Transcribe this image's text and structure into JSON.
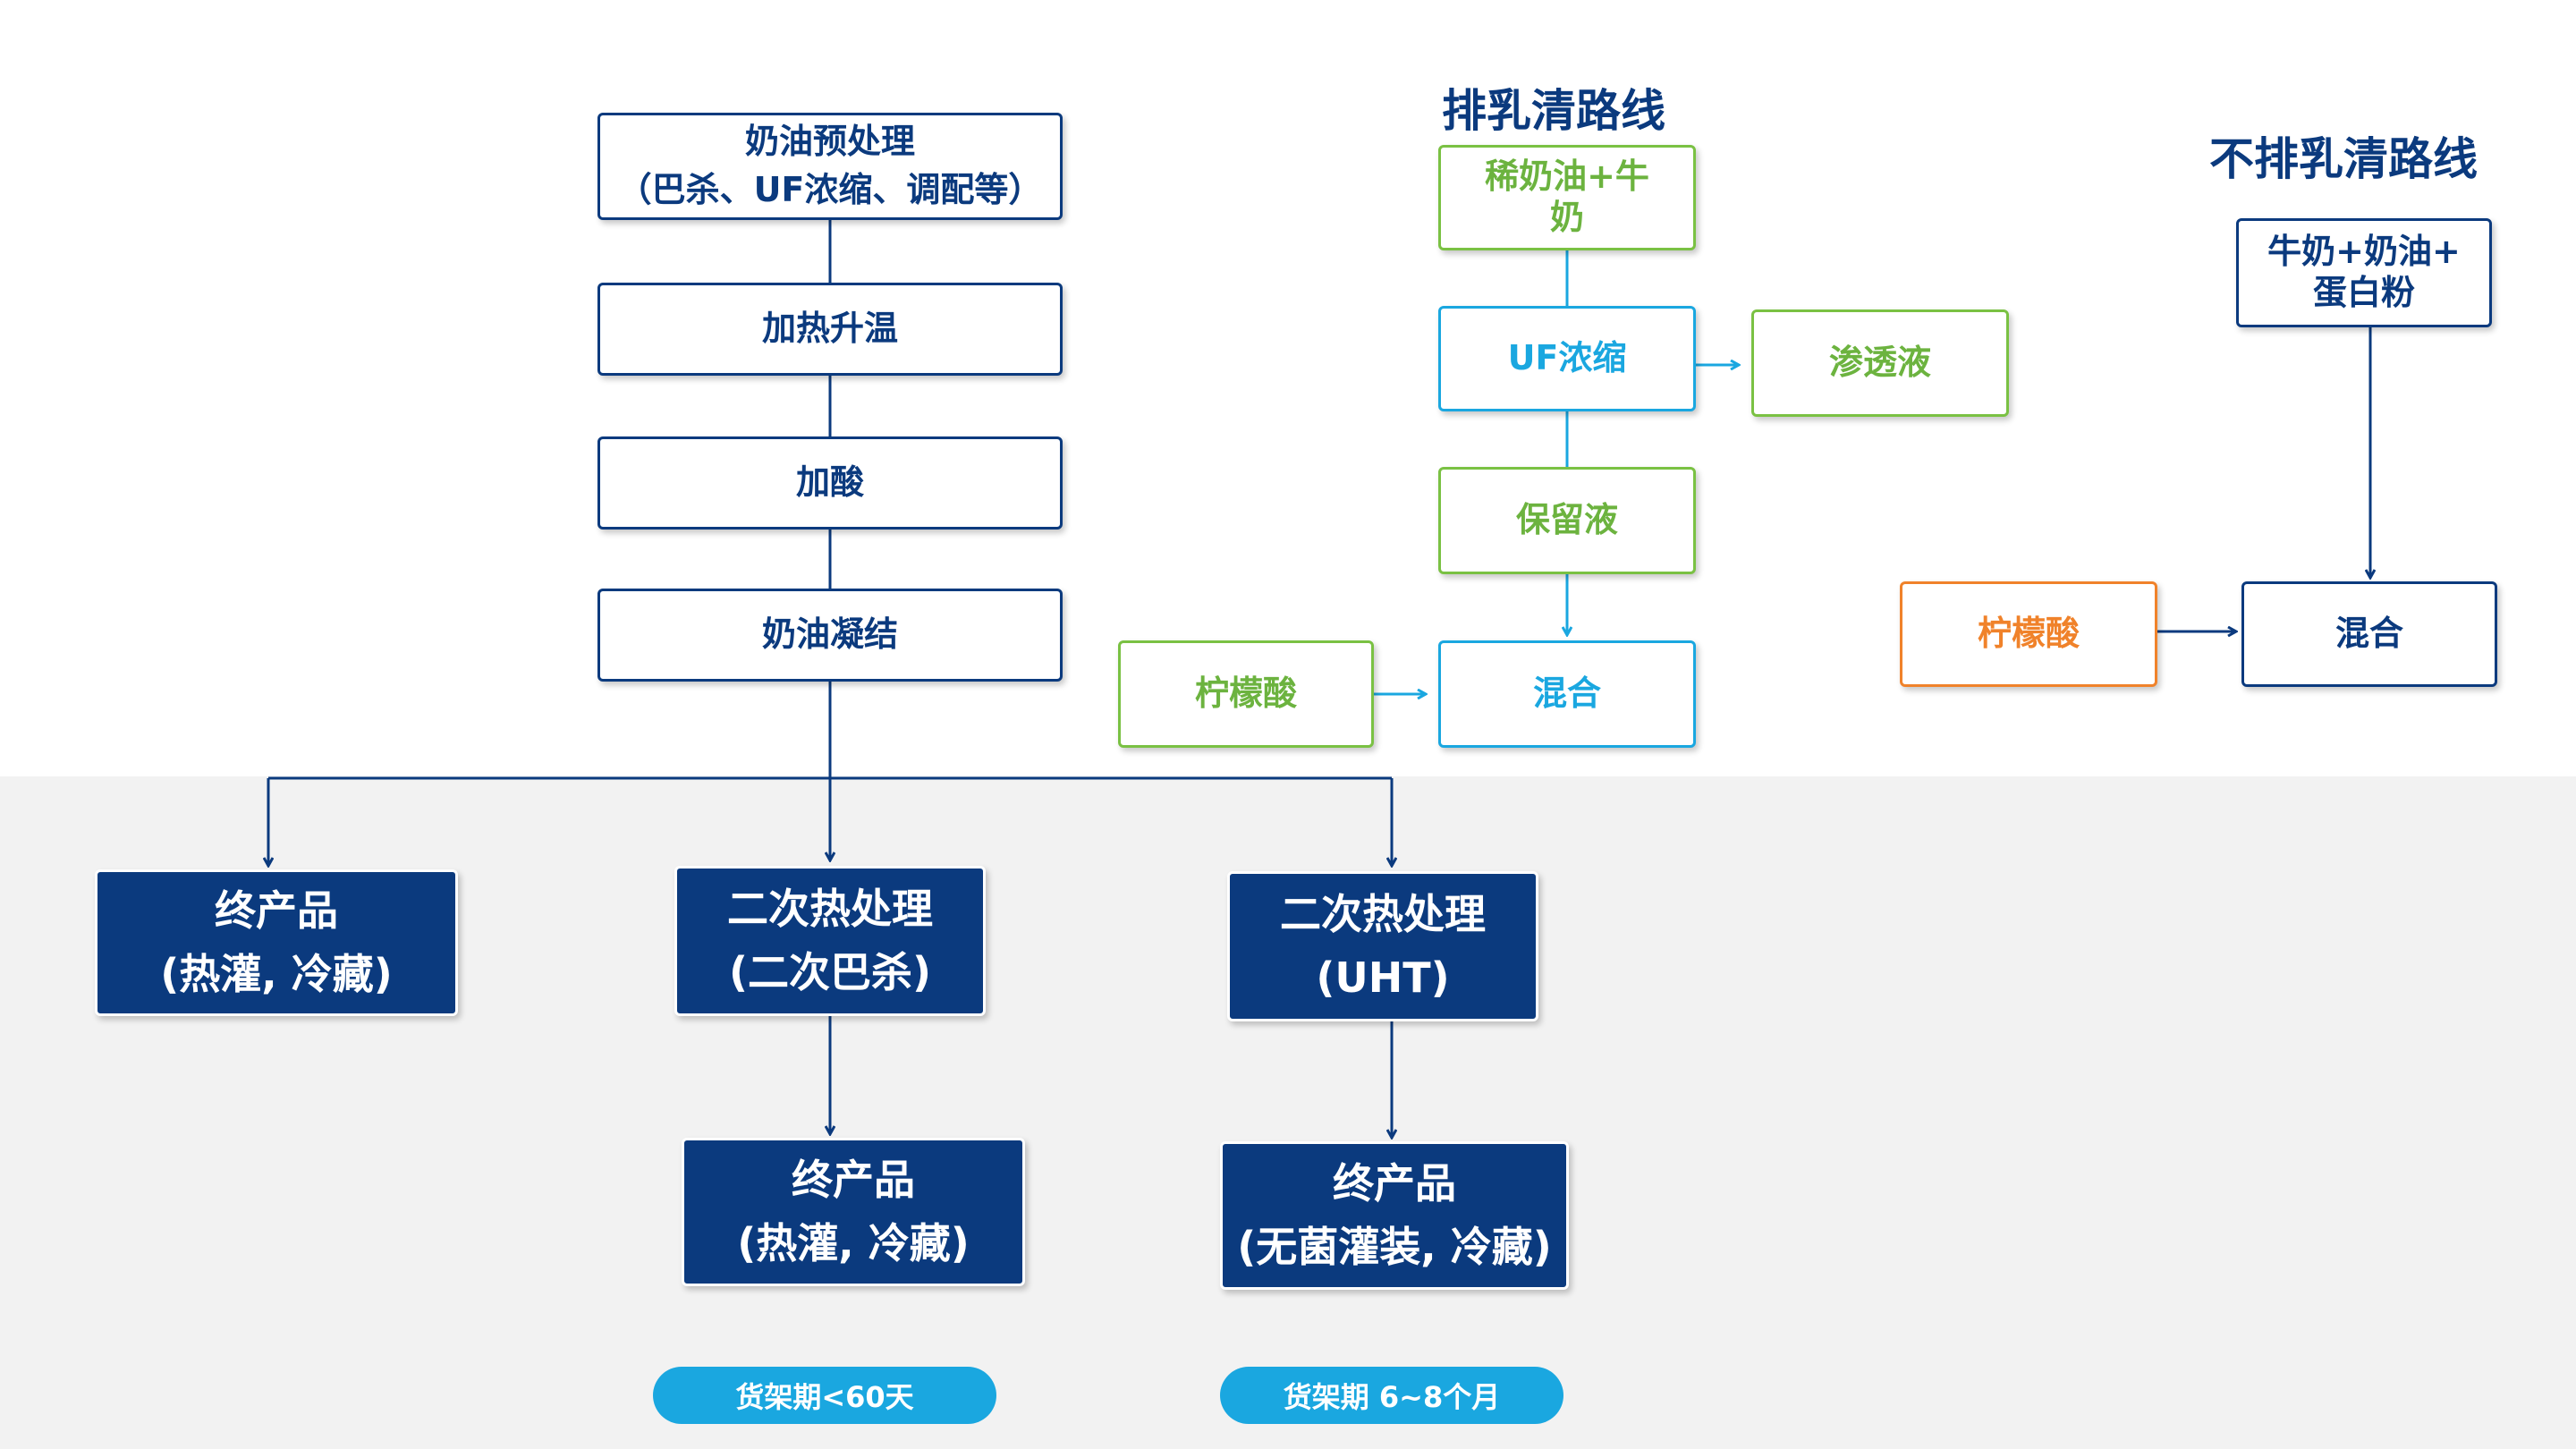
{
  "headings": {
    "drain_whey": "排乳清路线",
    "no_drain_whey": "不排乳清路线"
  },
  "main_flow": {
    "pretreat": [
      "奶油预处理",
      "（巴杀、UF浓缩、调配等）"
    ],
    "heat": "加热升温",
    "acid": "加酸",
    "coagulate": "奶油凝结"
  },
  "drain_route": {
    "cream_milk": [
      "稀奶油+牛",
      "奶"
    ],
    "uf": "UF浓缩",
    "permeate": "渗透液",
    "retentate": "保留液",
    "citric": "柠檬酸",
    "mix": "混合"
  },
  "no_drain_route": {
    "ingredients": [
      "牛奶+奶油+",
      "蛋白粉"
    ],
    "citric": "柠檬酸",
    "mix": "混合"
  },
  "outputs": {
    "final_a": [
      "终产品",
      "(热灌, 冷藏)"
    ],
    "second_pasteur": [
      "二次热处理",
      "(二次巴杀)"
    ],
    "second_uht": [
      "二次热处理",
      "(UHT)"
    ],
    "final_b": [
      "终产品",
      "(热灌, 冷藏)"
    ],
    "final_c": [
      "终产品",
      "(无菌灌装, 冷藏)"
    ]
  },
  "shelf_life": {
    "pasteur": "货架期<60天",
    "uht": "货架期 6~8个月"
  },
  "colors": {
    "navy": "#0b3a7e",
    "green": "#7ac143",
    "cyan": "#1aa7e0",
    "orange": "#f0822a",
    "band": "#f2f2f2"
  }
}
